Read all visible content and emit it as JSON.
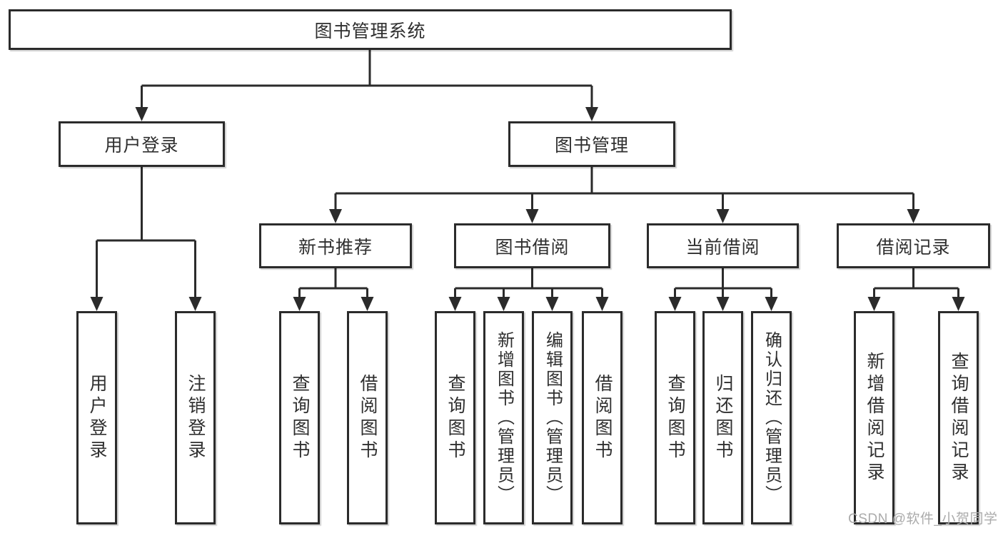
{
  "tree": {
    "root": "图书管理系统",
    "user_login": {
      "label": "用户登录",
      "children": [
        "用户登录",
        "注销登录"
      ]
    },
    "book_management": {
      "label": "图书管理",
      "sections": [
        {
          "label": "新书推荐",
          "children": [
            "查询图书",
            "借阅图书"
          ]
        },
        {
          "label": "图书借阅",
          "children": [
            "查询图书",
            "新增图书（管理员）",
            "编辑图书（管理员）",
            "借阅图书"
          ]
        },
        {
          "label": "当前借阅",
          "children": [
            "查询图书",
            "归还图书",
            "确认归还（管理员）"
          ]
        },
        {
          "label": "借阅记录",
          "children": [
            "新增借阅记录",
            "查询借阅记录"
          ]
        }
      ]
    }
  },
  "watermark": "CSDN @软件_小贺同学",
  "colors": {
    "line": "#2b2b2b",
    "box_border": "#2b2b2b",
    "text": "#2f2f2f",
    "background": "#ffffff",
    "watermark": "#ababab"
  }
}
